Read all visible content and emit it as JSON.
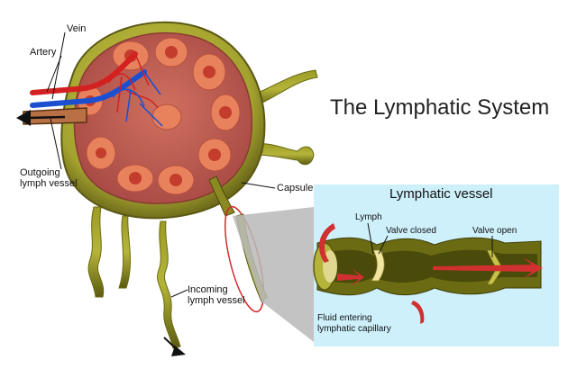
{
  "title": "The Lymphatic System",
  "labels": {
    "vein": "Vein",
    "artery": "Artery",
    "outgoing": [
      "Outgoing",
      "lymph vessel"
    ],
    "capsule": "Capsule",
    "incoming": [
      "Incoming",
      "lymph vessel"
    ]
  },
  "panel": {
    "title": "Lymphatic vessel",
    "lymph": "Lymph",
    "valve_closed": "Valve closed",
    "valve_open": "Valve open",
    "fluid": [
      "Fluid entering",
      "lymphatic capillary"
    ]
  },
  "colors": {
    "node_outer": "#a9a832",
    "node_dark": "#5b5814",
    "node_inner": "#b85850",
    "lobule": "#e8825c",
    "vein": "#1c4fd0",
    "artery": "#d32020",
    "panel_bg": "#cdf0fb",
    "vessel_wall": "#6a6b12",
    "arrow": "#d03030",
    "highlight": "#d12a2a"
  }
}
